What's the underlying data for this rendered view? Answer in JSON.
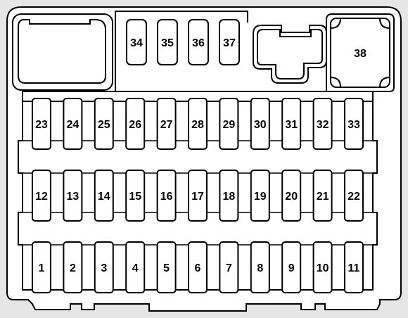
{
  "colors": {
    "background": "#e6e6e6",
    "box_fill": "#ffffff",
    "stroke": "#000000"
  },
  "fuse_box": {
    "top_fuses": [
      "34",
      "35",
      "36",
      "37"
    ],
    "relay": "38",
    "rows": [
      [
        "23",
        "24",
        "25",
        "26",
        "27",
        "28",
        "29",
        "30",
        "31",
        "32",
        "33"
      ],
      [
        "12",
        "13",
        "14",
        "15",
        "16",
        "17",
        "18",
        "19",
        "20",
        "21",
        "22"
      ],
      [
        "1",
        "2",
        "3",
        "4",
        "5",
        "6",
        "7",
        "8",
        "9",
        "10",
        "11"
      ]
    ]
  }
}
